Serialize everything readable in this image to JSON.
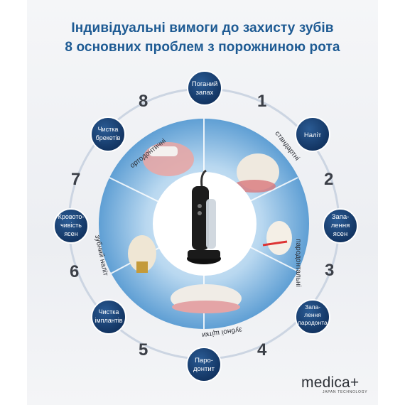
{
  "header": {
    "line1": "Індивідуальні вимоги до захисту зубів",
    "line2": "8 основних проблем з порожниною рота"
  },
  "nodes": [
    {
      "id": "bad-breath",
      "lines": [
        "Поганий",
        "запах"
      ]
    },
    {
      "id": "plaque",
      "lines": [
        "Наліт"
      ]
    },
    {
      "id": "gum-inflammation",
      "lines": [
        "Запа-",
        "лення",
        "ясен"
      ]
    },
    {
      "id": "periodontal-inflammation",
      "lines": [
        "Запа-",
        "лення",
        "пародонта"
      ]
    },
    {
      "id": "periodontitis",
      "lines": [
        "Паро-",
        "донтит"
      ]
    },
    {
      "id": "implant-cleaning",
      "lines": [
        "Чистка",
        "імплантів"
      ]
    },
    {
      "id": "bleeding-gums",
      "lines": [
        "Кровото-",
        "чивість",
        "ясен"
      ]
    },
    {
      "id": "braces-cleaning",
      "lines": [
        "Чистка",
        "брекетів"
      ]
    }
  ],
  "numbers": [
    "1",
    "2",
    "3",
    "4",
    "5",
    "6",
    "7",
    "8"
  ],
  "segments": {
    "orthodontic": "ортодонтичні",
    "standard": "стандартні",
    "periodontal": "пародонтальні",
    "dental_bridges": "зубної щітки",
    "dental_plaque": "зубний наліт"
  },
  "brand": {
    "name": "medica+",
    "tagline": "JAPAN TECHNOLOGY"
  },
  "colors": {
    "title": "#1d5a93",
    "node_fill": "#173f72",
    "ring": "#cfd7e3",
    "disc": "#7eb2de"
  }
}
